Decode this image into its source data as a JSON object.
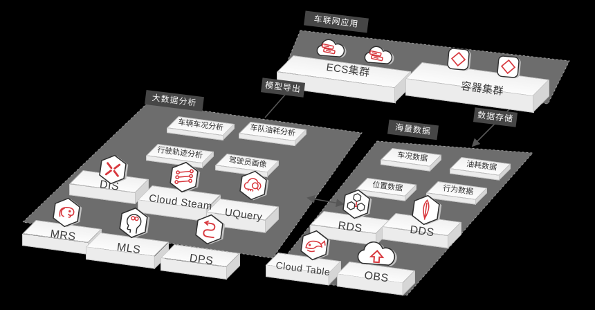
{
  "apps": {
    "chip": "车联网应用",
    "ecs_cluster": "ECS集群",
    "container_cluster": "容器集群"
  },
  "bigdata": {
    "chip": "大数据分析",
    "tags": [
      "车辆车况分析",
      "车队油耗分析",
      "行驶轨迹分析",
      "驾驶员画像"
    ],
    "services": [
      "DIS",
      "Cloud Steam",
      "UQuery",
      "MRS",
      "MLS",
      "DPS"
    ]
  },
  "massdata": {
    "chip": "海量数据",
    "tags": [
      "车况数据",
      "油耗数据",
      "位置数据",
      "行为数据"
    ],
    "services": [
      "RDS",
      "DDS",
      "Cloud Table",
      "OBS"
    ]
  },
  "connectors": {
    "model_export": "模型导出",
    "data_storage": "数据存储"
  },
  "icons": {
    "ecs": "cloud-server-icon",
    "container": "container-diamond-icon",
    "dis": "ingest-x-icon",
    "cloud_steam": "stream-nodes-icon",
    "uquery": "cloud-search-icon",
    "mrs": "elephant-icon",
    "mls": "head-brain-icon",
    "dps": "swirl-arrows-icon",
    "rds": "hexagon-cluster-icon",
    "dds": "leaf-icon",
    "cloud_table": "whale-icon",
    "obs": "cloud-upload-icon"
  },
  "colors": {
    "background": "#000000",
    "platform": "#6d6d6d",
    "platform_edge": "#9e9e9e",
    "chip_bg": "#464646",
    "chip_text": "#f5f5f5",
    "slab_top": "#fafafa",
    "slab_front": "#ececec",
    "slab_side": "#d6d6d6",
    "text_dark": "#3c3c3c",
    "accent_red": "#d8383e",
    "line": "#565656"
  }
}
